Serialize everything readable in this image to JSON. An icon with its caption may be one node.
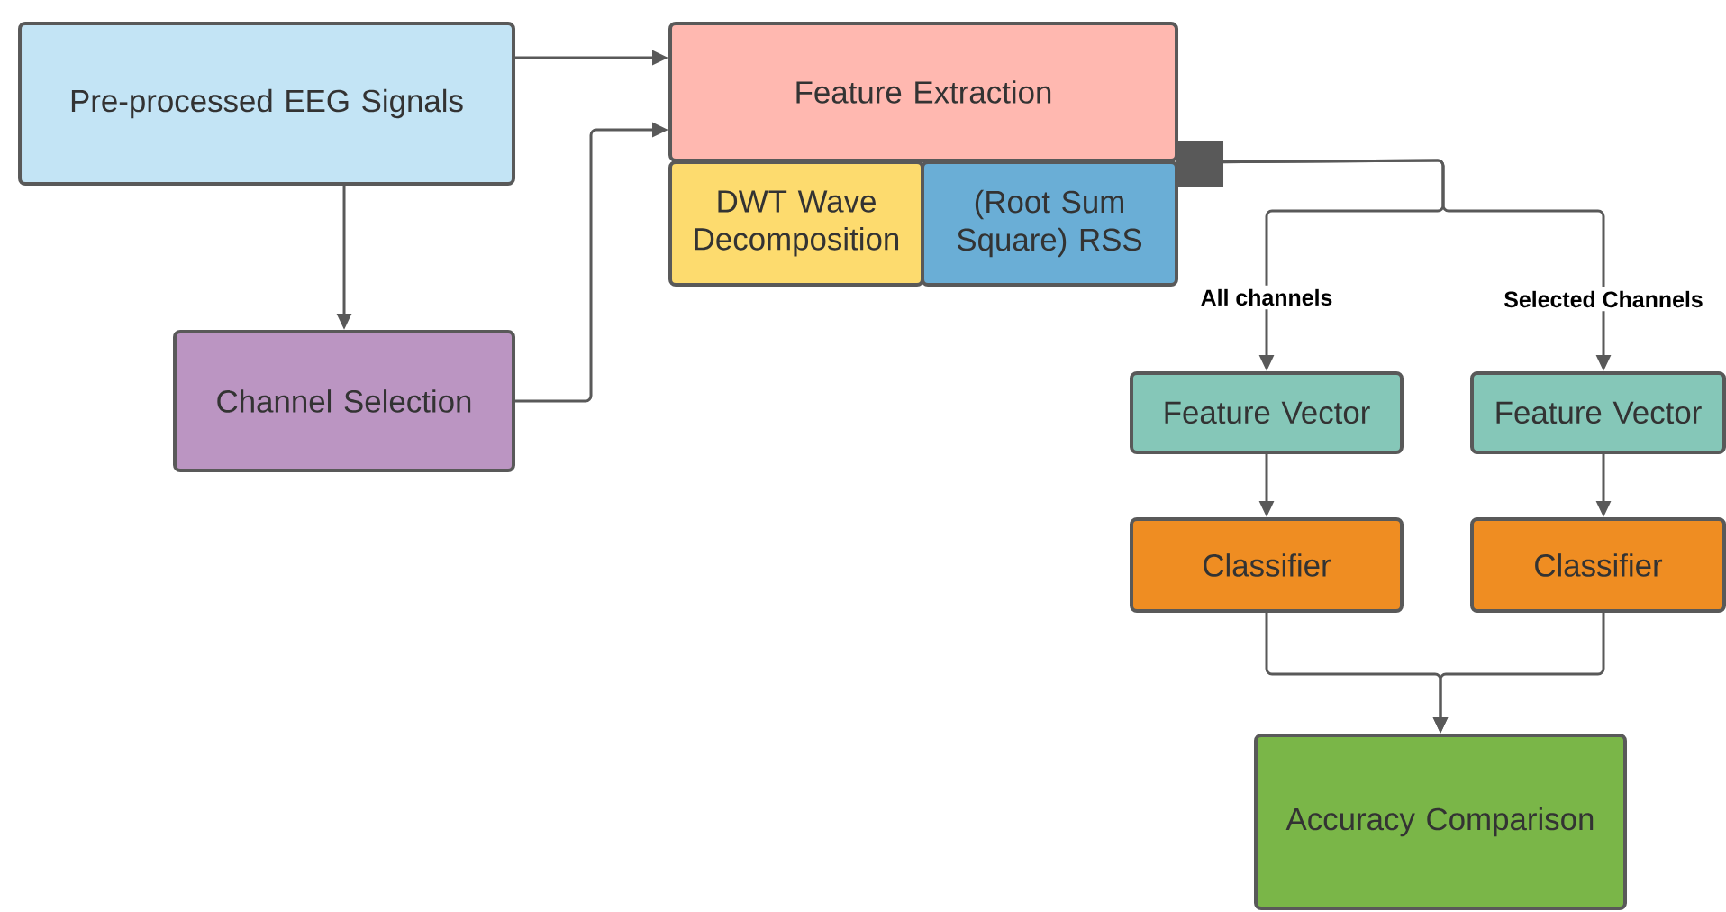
{
  "diagram": {
    "nodes": [
      {
        "text": [
          "Pre-processed EEG Signals"
        ]
      },
      {
        "text": [
          "Channel Selection"
        ]
      },
      {
        "text": [
          "Feature Extraction"
        ]
      },
      {
        "text": [
          "DWT Wave Decomposition"
        ]
      },
      {
        "text": [
          "(Root Sum Square) RSS"
        ]
      },
      {
        "text": [
          "Feature Vector"
        ]
      },
      {
        "text": [
          "Feature Vector"
        ]
      },
      {
        "text": [
          "Classifier"
        ]
      },
      {
        "text": [
          "Classifier"
        ]
      },
      {
        "text": [
          "Accuracy Comparison"
        ]
      }
    ],
    "edges": [
      {
        "from": 0,
        "to": 2,
        "arrow": "to"
      },
      {
        "from": 0,
        "to": 1,
        "arrow": "to"
      },
      {
        "from": 1,
        "to": 2,
        "arrow": "to"
      },
      {
        "from": 2,
        "to": 5,
        "arrow": "to",
        "label": "All channels"
      },
      {
        "from": 2,
        "to": 6,
        "arrow": "to",
        "label": "Selected Channels"
      },
      {
        "from": 5,
        "to": 7,
        "arrow": "to"
      },
      {
        "from": 6,
        "to": 8,
        "arrow": "to"
      },
      {
        "from": 7,
        "to": 9,
        "arrow": "to"
      },
      {
        "from": 8,
        "to": 9,
        "arrow": "to"
      }
    ]
  }
}
